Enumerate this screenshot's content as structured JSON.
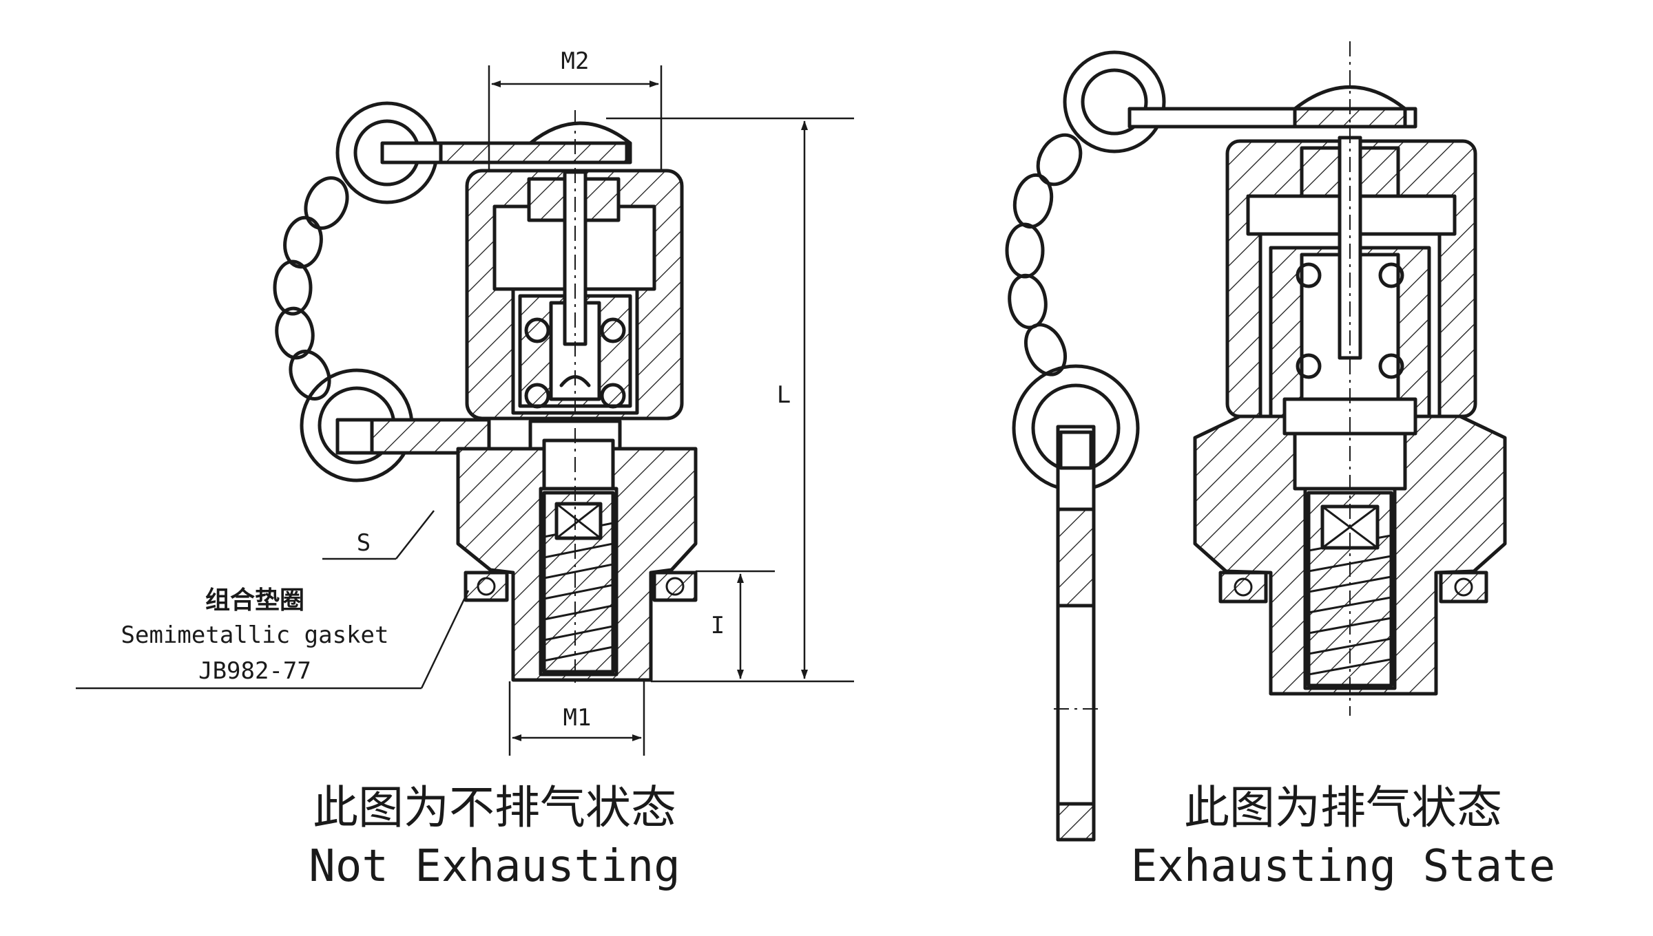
{
  "left_view": {
    "dim_top": "M2",
    "dim_bottom": "M1",
    "dim_length": "L",
    "dim_thread": "I",
    "label_wrench": "S",
    "gasket_cn": "组合垫圈",
    "gasket_en": "Semimetallic gasket",
    "gasket_std": "JB982-77",
    "caption_cn": "此图为不排气状态",
    "caption_en": "Not Exhausting"
  },
  "right_view": {
    "caption_cn": "此图为排气状态",
    "caption_en": "Exhausting State"
  }
}
